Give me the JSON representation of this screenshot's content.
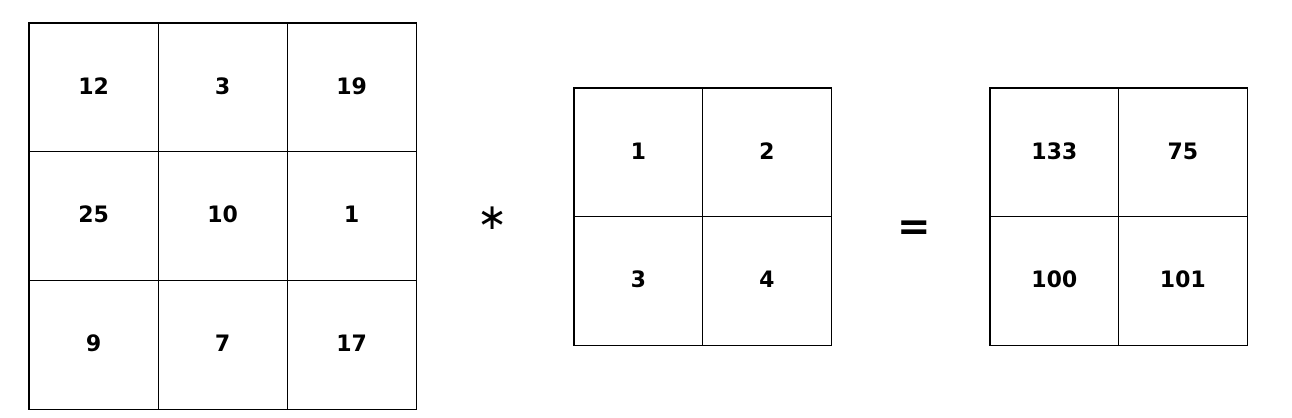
{
  "input_matrix": {
    "cells": [
      "12",
      "3",
      "19",
      "25",
      "10",
      "1",
      "9",
      "7",
      "17"
    ]
  },
  "operator_convolve": "∗",
  "kernel_matrix": {
    "cells": [
      "1",
      "2",
      "3",
      "4"
    ]
  },
  "operator_equals": "=",
  "output_matrix": {
    "cells": [
      "133",
      "75",
      "100",
      "101"
    ]
  }
}
